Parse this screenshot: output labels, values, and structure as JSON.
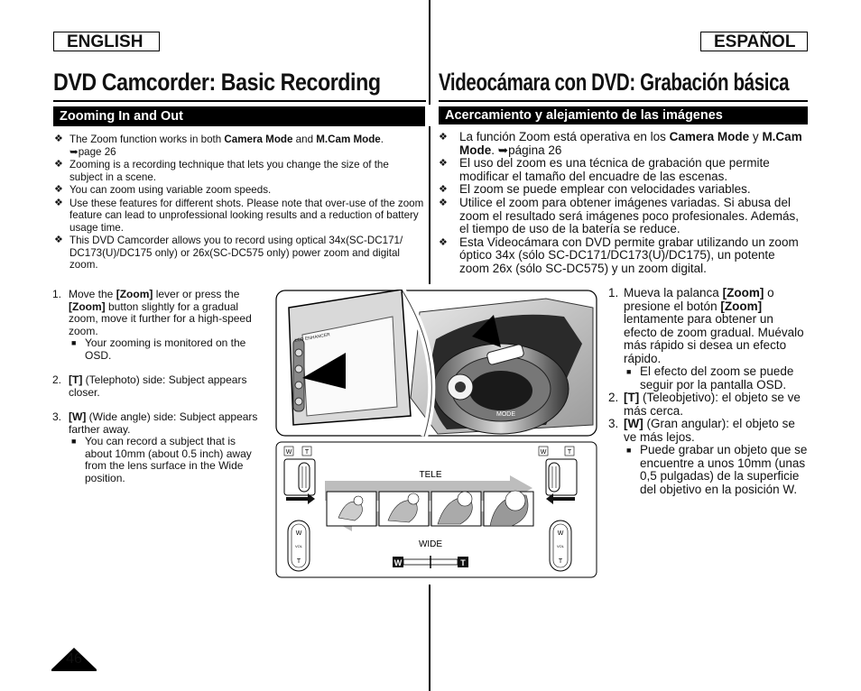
{
  "english_label": "ENGLISH",
  "spanish_label": "ESPAÑOL",
  "title_en": "DVD Camcorder: Basic Recording",
  "title_es": "Videocámara con DVD: Grabación básica",
  "section_en": "Zooming In and Out",
  "section_es": "Acercamiento y alejamiento de las imágenes",
  "bullets_en": [
    {
      "a": "The Zoom function works in both ",
      "b1": "Camera Mode",
      "c": " and ",
      "b2": "M.Cam Mode",
      "d": ".",
      "ref": "page 26"
    },
    {
      "text": "Zooming is a recording technique that lets you change the size of the subject in a scene."
    },
    {
      "text": "You can zoom using variable zoom speeds."
    },
    {
      "text": "Use these features for different shots. Please note that over-use of the zoom feature can lead to unprofessional looking results and a reduction of battery usage time."
    },
    {
      "text": "This DVD Camcorder allows you to record using optical 34x(SC-DC171/ DC173(U)/DC175 only) or 26x(SC-DC575 only) power zoom and digital zoom."
    }
  ],
  "bullets_es": [
    {
      "a": "La función Zoom está operativa en los ",
      "b1": "Camera Mode",
      "c": " y ",
      "b2": "M.Cam Mode",
      "d": ". ",
      "ref": "página 26"
    },
    {
      "text": "El uso del zoom es una técnica de grabación que permite modificar el tamaño del encuadre de las escenas."
    },
    {
      "text": "El zoom se puede emplear con velocidades variables."
    },
    {
      "text": "Utilice el zoom para obtener imágenes variadas. Si abusa del zoom el resultado será imágenes poco profesionales. Además, el tiempo de uso de la batería se reduce."
    },
    {
      "text": "Esta Videocámara con DVD permite grabar utilizando un zoom óptico 34x (sólo SC-DC171/DC173(U)/DC175), un potente zoom 26x (sólo SC-DC575) y un zoom digital."
    }
  ],
  "steps_en": [
    {
      "num": "1.",
      "a": "Move the ",
      "b1": "[Zoom]",
      "c": " lever or press the ",
      "b2": "[Zoom]",
      "d": " button slightly for a gradual zoom, move it further for a high-speed zoom.",
      "sub": "Your zooming is monitored on the OSD."
    },
    {
      "num": "2.",
      "b1": "[T]",
      "c": " (Telephoto) side: Subject appears closer."
    },
    {
      "num": "3.",
      "b1": "[W]",
      "c": " (Wide angle) side: Subject appears farther away.",
      "sub": "You can record a subject that is about 10mm (about 0.5 inch) away from the lens surface in the Wide position."
    }
  ],
  "steps_es": [
    {
      "num": "1.",
      "a": "Mueva la palanca ",
      "b1": "[Zoom]",
      "c": " o presione el botón ",
      "b2": "[Zoom]",
      "d": " lentamente para obtener un efecto de zoom gradual. Muévalo más rápido si desea un efecto rápido.",
      "sub": "El efecto del zoom se puede seguir por la pantalla OSD."
    },
    {
      "num": "2.",
      "b1": "[T]",
      "c": " (Teleobjetivo): el objeto se ve más cerca."
    },
    {
      "num": "3.",
      "b1": "[W]",
      "c": " (Gran angular): el objeto se ve más lejos.",
      "sub": "Puede grabar un objeto que se encuentre a unos 10mm (unas 0,5 pulgadas) de la superficie del objetivo en la posición W."
    }
  ],
  "diagram": {
    "tele_label": "TELE",
    "wide_label": "WIDE",
    "w_key": "W",
    "t_key": "T",
    "vol_label": "VOL",
    "lcd_label": "LCD ENHANCER",
    "mode_label": "MODE"
  },
  "page_number": "46"
}
